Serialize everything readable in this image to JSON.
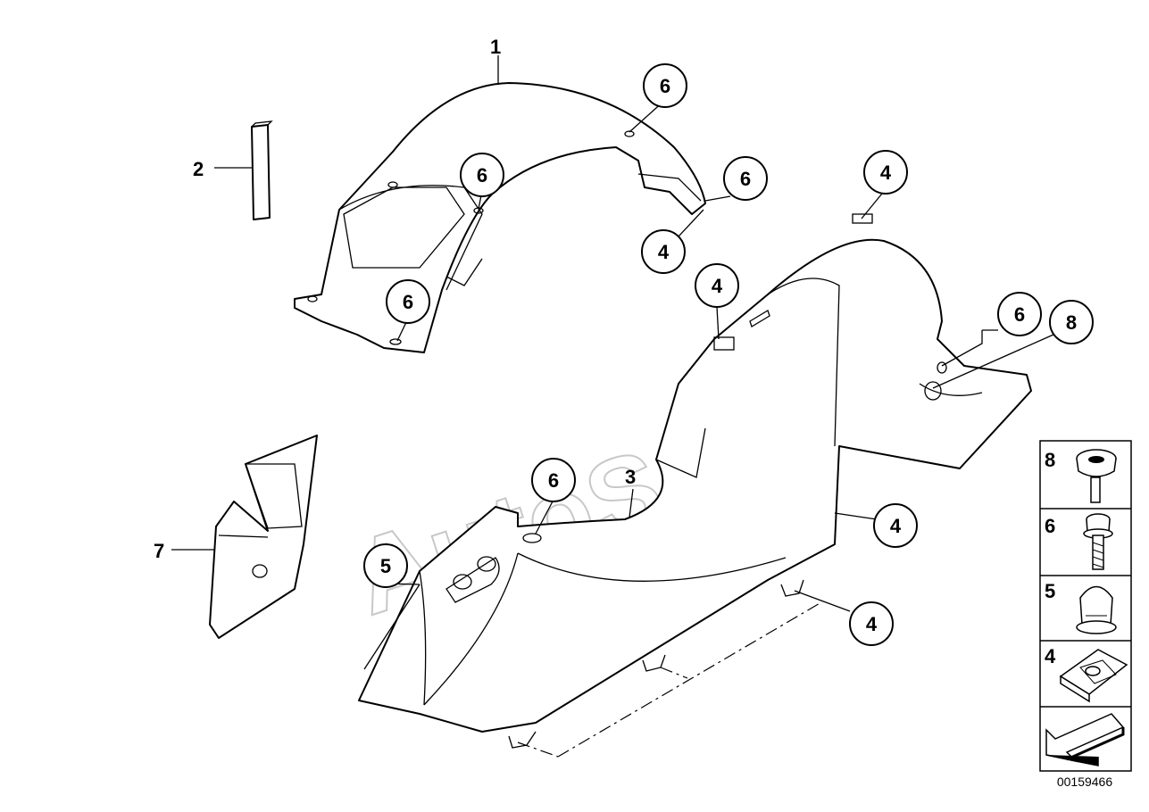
{
  "watermark": "AutoSoft",
  "document_number": "00159466",
  "callouts": {
    "c1": "1",
    "c2": "2",
    "c3": "3",
    "c7": "7",
    "c6a": "6",
    "c6b": "6",
    "c6c": "6",
    "c6d": "6",
    "c6e": "6",
    "c6f": "6",
    "c4a": "4",
    "c4b": "4",
    "c4c": "4",
    "c4d": "4",
    "c4e": "4",
    "c5": "5",
    "c8": "8"
  },
  "legend": [
    {
      "number": "8",
      "icon": "bolt-cap-icon"
    },
    {
      "number": "6",
      "icon": "screw-icon"
    },
    {
      "number": "5",
      "icon": "expanding-nut-icon"
    },
    {
      "number": "4",
      "icon": "clip-nut-icon"
    },
    {
      "number": "",
      "icon": "arrow-icon"
    }
  ]
}
